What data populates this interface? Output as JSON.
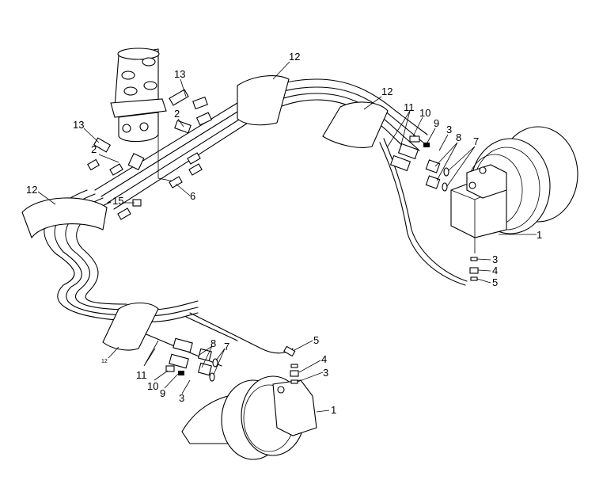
{
  "diagram": {
    "title": "",
    "callouts": [
      {
        "label": "13"
      },
      {
        "label": "12"
      },
      {
        "label": "12"
      },
      {
        "label": "2"
      },
      {
        "label": "13"
      },
      {
        "label": "2"
      },
      {
        "label": "11"
      },
      {
        "label": "10"
      },
      {
        "label": "9"
      },
      {
        "label": "3"
      },
      {
        "label": "8"
      },
      {
        "label": "7"
      },
      {
        "label": "12"
      },
      {
        "label": "15"
      },
      {
        "label": "6"
      },
      {
        "label": "1"
      },
      {
        "label": "3"
      },
      {
        "label": "4"
      },
      {
        "label": "5"
      },
      {
        "label": "5"
      },
      {
        "label": "4"
      },
      {
        "label": "3"
      },
      {
        "label": "8"
      },
      {
        "label": "7"
      },
      {
        "label": "12"
      },
      {
        "label": "11"
      },
      {
        "label": "10"
      },
      {
        "label": "9"
      },
      {
        "label": "3"
      },
      {
        "label": "1"
      }
    ]
  }
}
